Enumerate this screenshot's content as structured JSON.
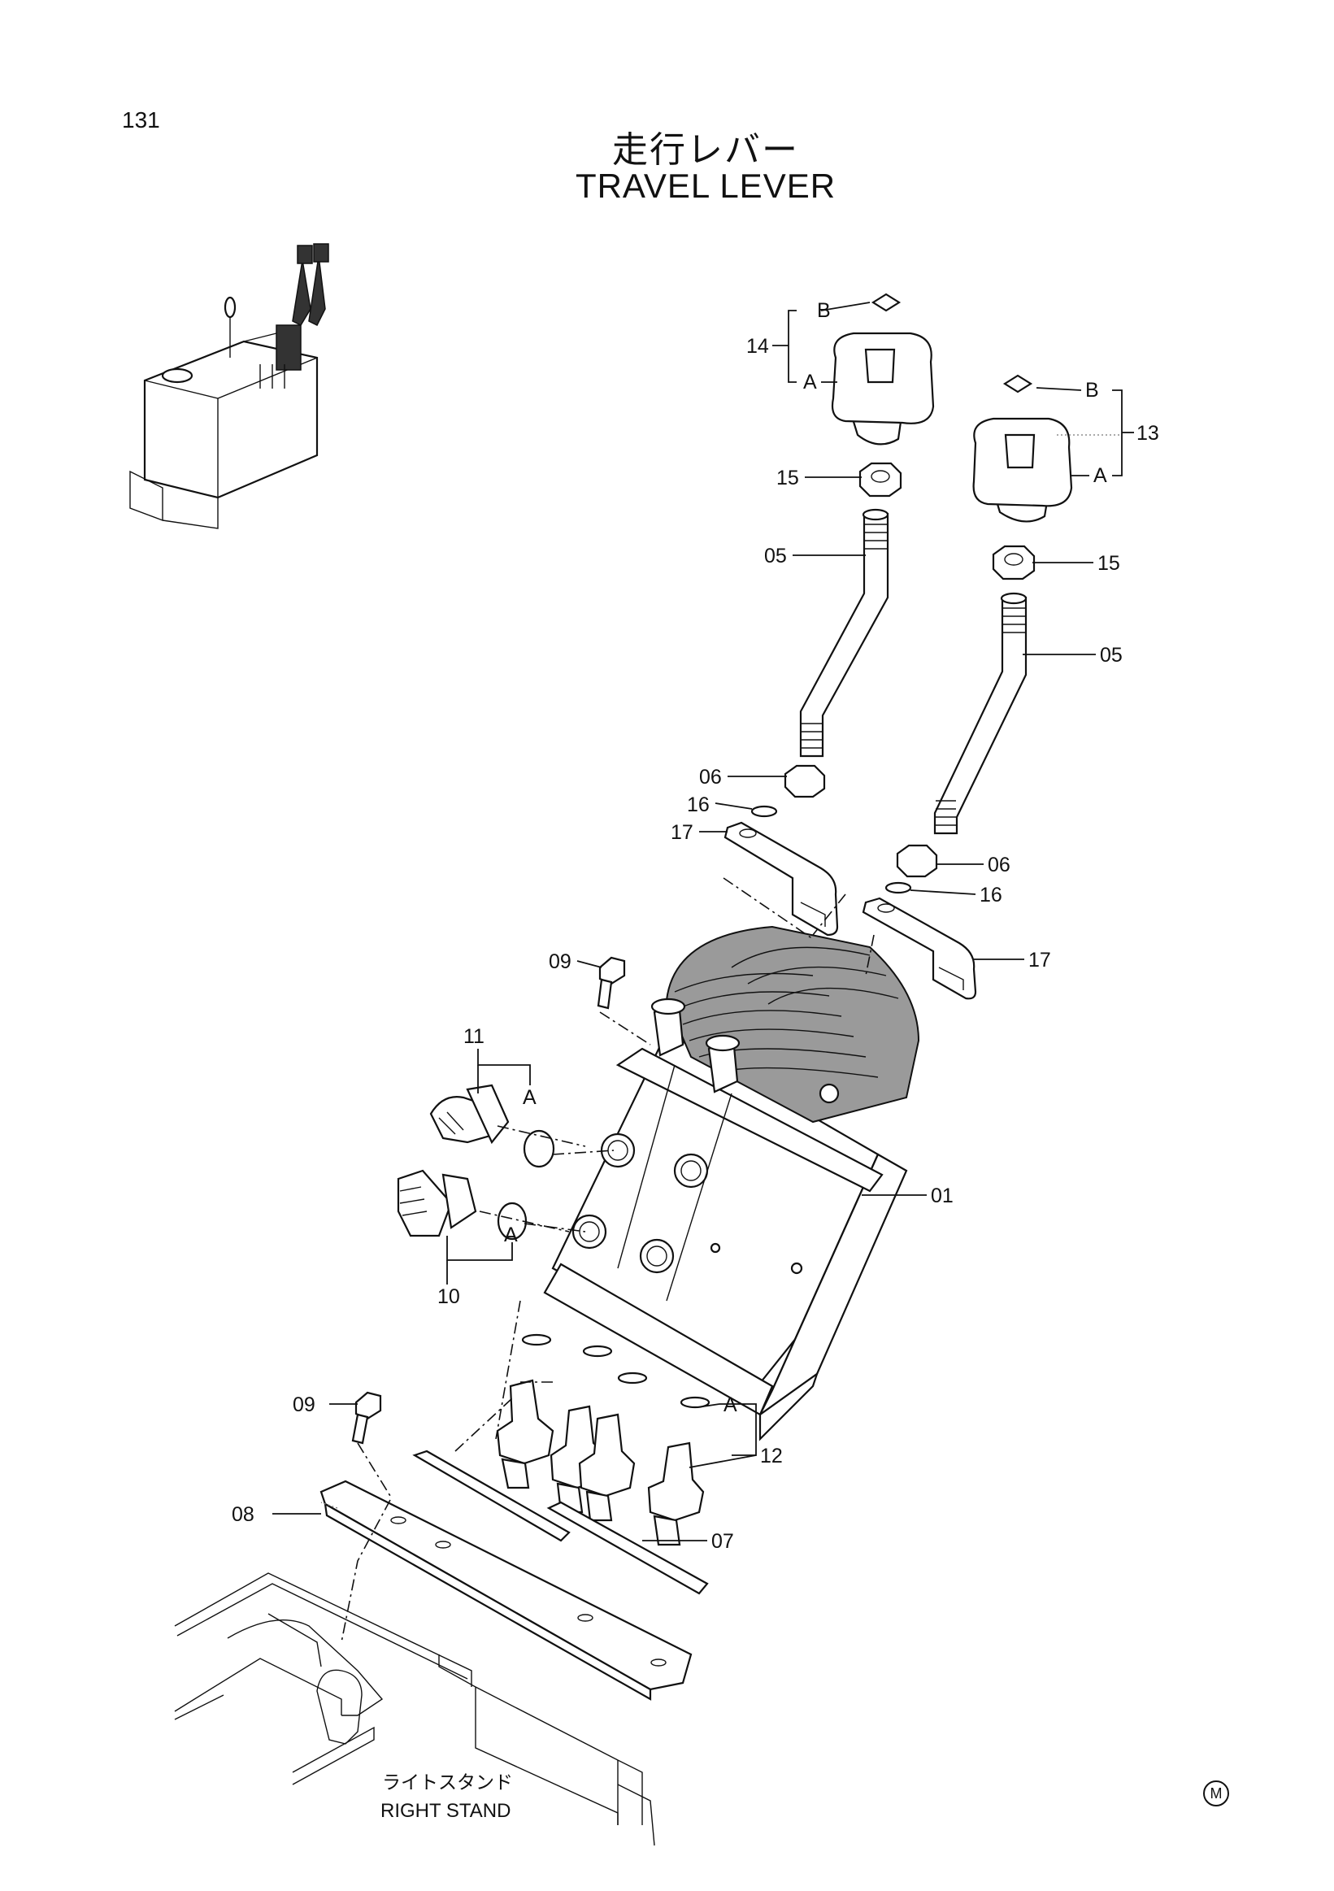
{
  "page_number": "131",
  "title_jp": "走行レバー",
  "title_en": "TRAVEL LEVER",
  "stand_label_jp": "ライトスタンド",
  "stand_label_en": "RIGHT STAND",
  "mark": "M",
  "callouts": {
    "p01": "01",
    "p05a": "05",
    "p05b": "05",
    "p06a": "06",
    "p06b": "06",
    "p07": "07",
    "p08": "08",
    "p09a": "09",
    "p09b": "09",
    "p10": "10",
    "p11": "11",
    "p12": "12",
    "p13": "13",
    "p14": "14",
    "p15a": "15",
    "p15b": "15",
    "p16a": "16",
    "p16b": "16",
    "p17a": "17",
    "p17b": "17",
    "b14": "B",
    "a14": "A",
    "b13": "B",
    "a13": "A",
    "a11": "A",
    "a10": "A",
    "a12": "A"
  }
}
